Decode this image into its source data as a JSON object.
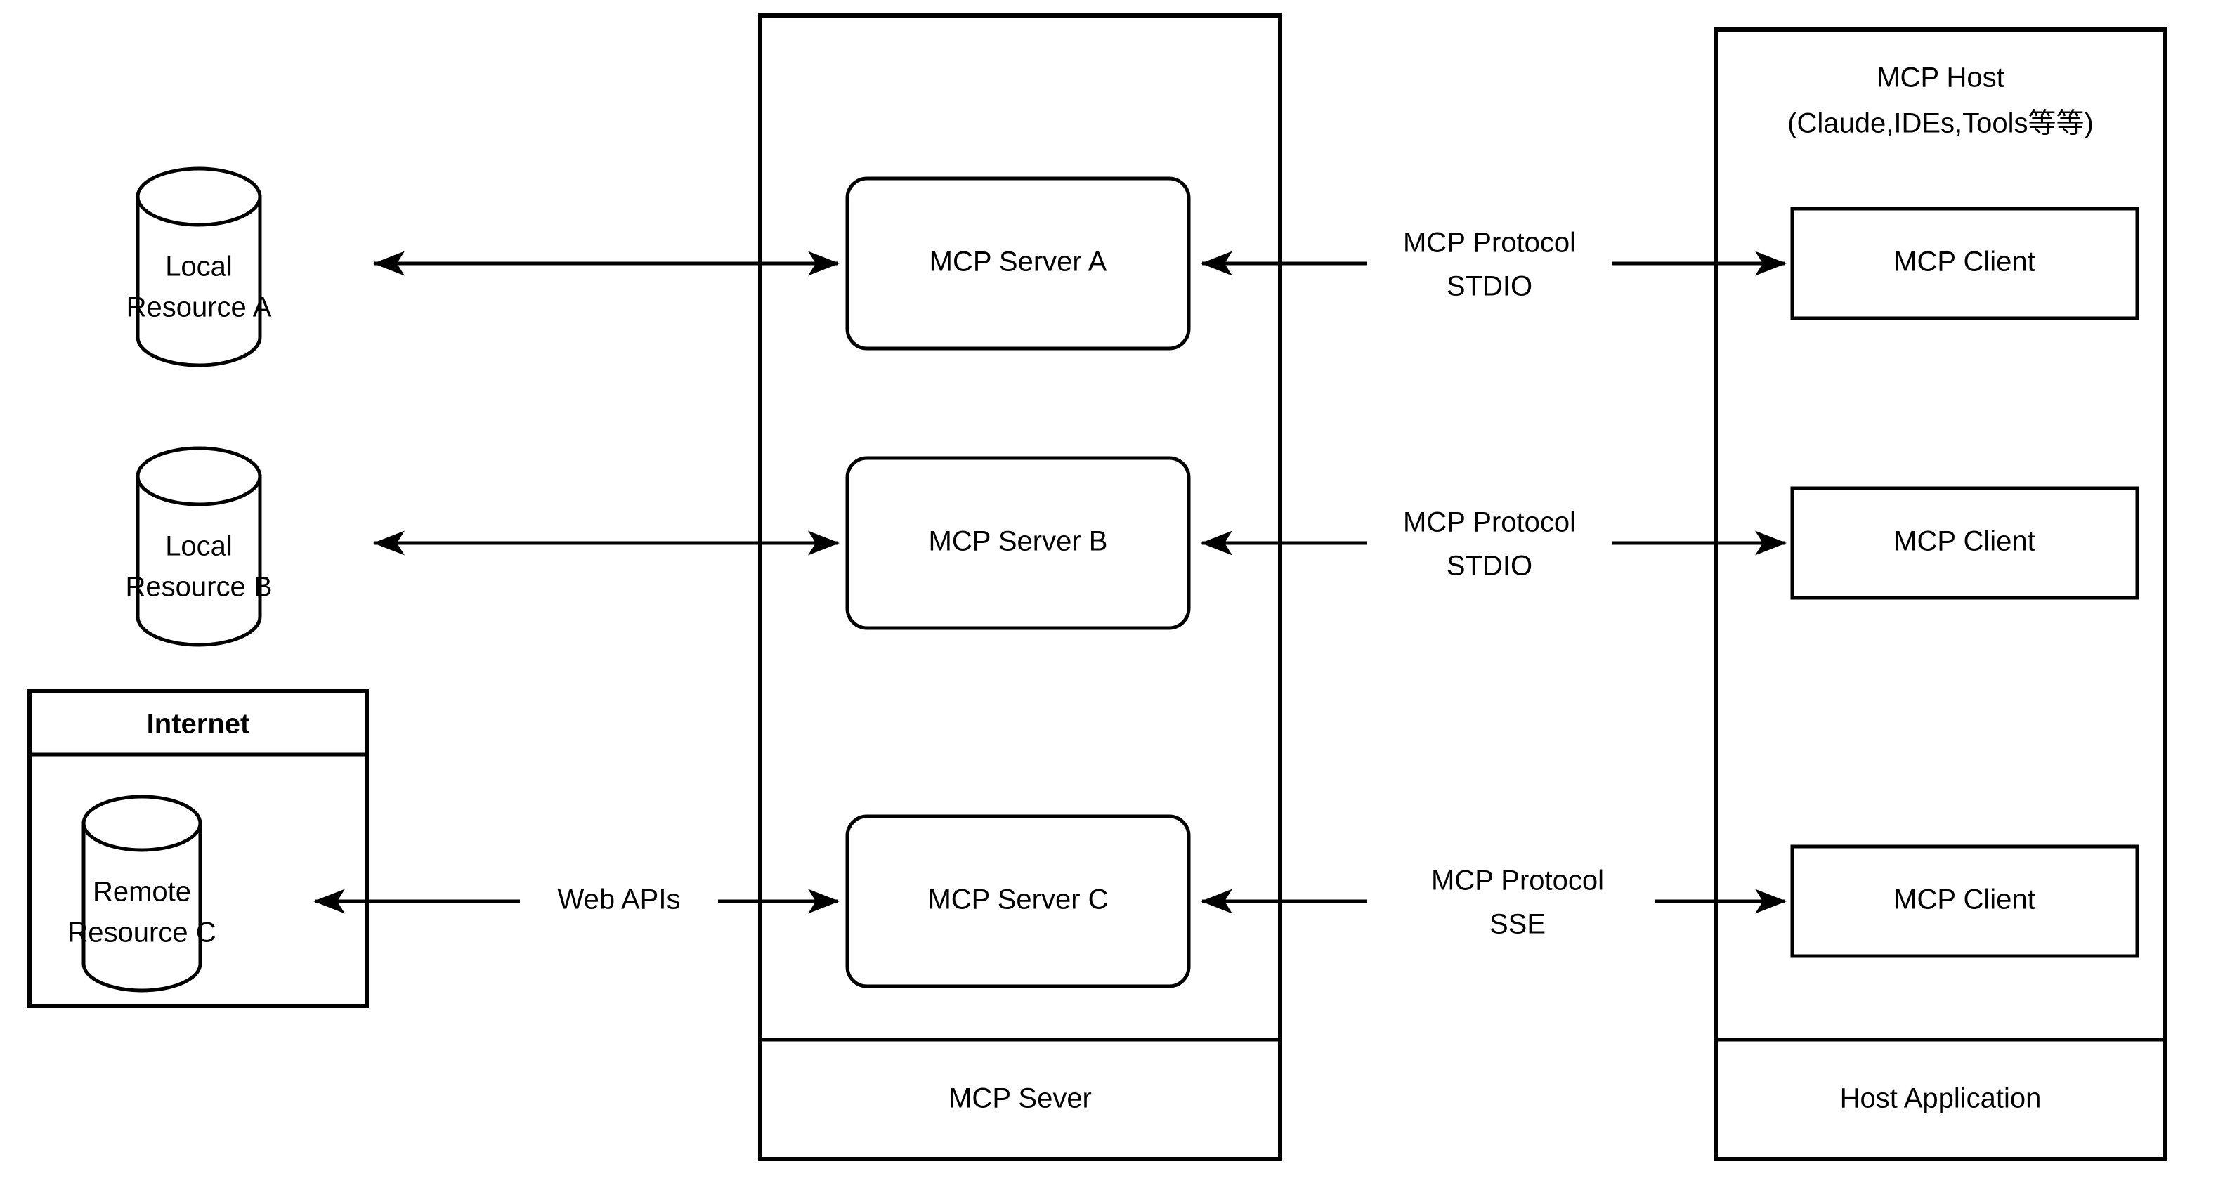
{
  "diagram": {
    "title": "MCP Architecture Diagram",
    "background_color": "#ffffff",
    "stroke_color": "#000000"
  },
  "resources": [
    {
      "id": "local-resource-a",
      "line1": "Local",
      "line2": "Resource A",
      "shape": "cylinder"
    },
    {
      "id": "local-resource-b",
      "line1": "Local",
      "line2": "Resource B",
      "shape": "cylinder"
    },
    {
      "id": "remote-resource-c",
      "line1": "Remote",
      "line2": "Resource C",
      "shape": "cylinder"
    }
  ],
  "internet_box": {
    "title": "Internet"
  },
  "server_container": {
    "footer_label": "MCP Sever",
    "servers": [
      {
        "id": "mcp-server-a",
        "label": "MCP Server A"
      },
      {
        "id": "mcp-server-b",
        "label": "MCP Server B"
      },
      {
        "id": "mcp-server-c",
        "label": "MCP Server C"
      }
    ]
  },
  "host_container": {
    "header_line1": "MCP Host",
    "header_line2": "(Claude,IDEs,Tools等等)",
    "footer_label": "Host Application",
    "clients": [
      {
        "id": "mcp-client-a",
        "label": "MCP Client"
      },
      {
        "id": "mcp-client-b",
        "label": "MCP Client"
      },
      {
        "id": "mcp-client-c",
        "label": "MCP Client"
      }
    ]
  },
  "connections": {
    "resource_links": [
      {
        "id": "link-a",
        "label": ""
      },
      {
        "id": "link-b",
        "label": ""
      },
      {
        "id": "link-c",
        "label": "Web APIs"
      }
    ],
    "protocol_links": [
      {
        "id": "protocol-a",
        "line1": "MCP Protocol",
        "line2": "STDIO"
      },
      {
        "id": "protocol-b",
        "line1": "MCP Protocol",
        "line2": "STDIO"
      },
      {
        "id": "protocol-c",
        "line1": "MCP Protocol",
        "line2": "SSE"
      }
    ]
  }
}
